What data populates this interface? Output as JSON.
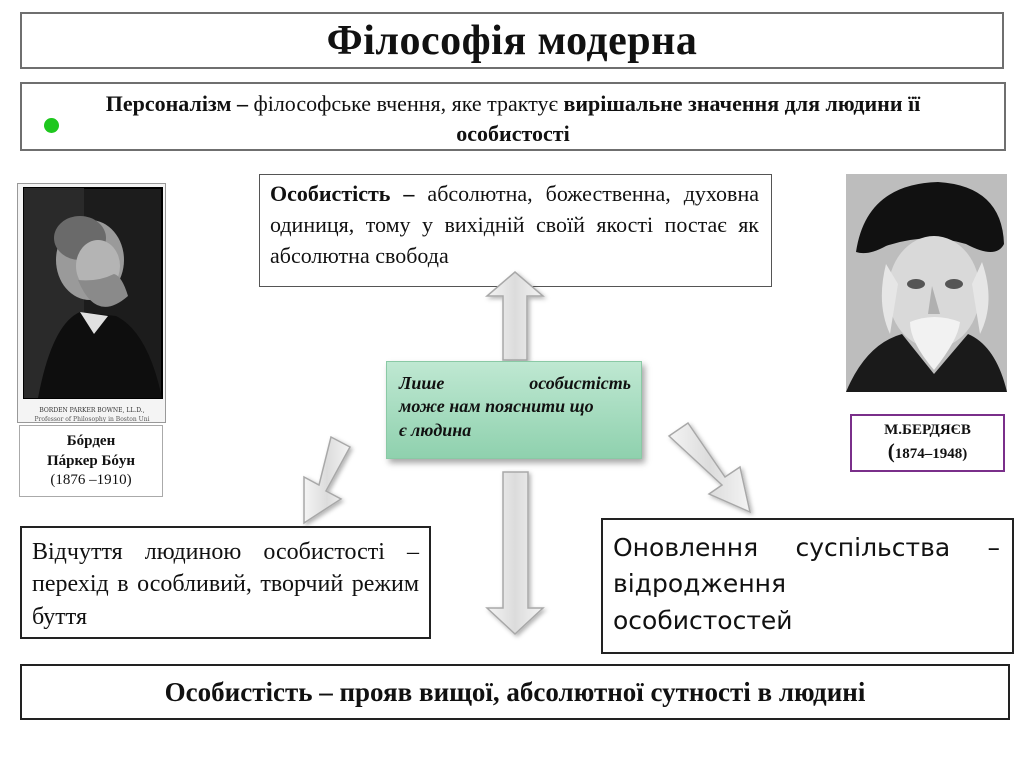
{
  "title": "Філософія модерна",
  "definition": {
    "term": "Персоналізм –",
    "text": " філософське вчення, яке трактує ",
    "emphasis": "вирішальне значення для людини її особистості"
  },
  "top_box": {
    "term": "Особистість –",
    "text": " абсолютна, божественна, духовна одиниця, тому у вихідній своїй якості постає як абсолютна свобода"
  },
  "center_box": {
    "line1_a": "Лише",
    "line1_b": "особистість",
    "line2": "може нам пояснити що",
    "line3": "є людина"
  },
  "left_box": {
    "text": "Відчуття людиною особистості – перехід в особливий, творчий режим буття"
  },
  "right_box": {
    "line1_a": "Оновлення",
    "line1_b": "суспільства",
    "line1_c": "–",
    "line2": "відродження",
    "line3": "особистостей"
  },
  "bottom_box": {
    "text": "Особистість – прояв вищої, абсолютної сутності в людині"
  },
  "portrait_left": {
    "photo_caption_line1": "BORDEN PARKER BOWNE, LL.D.,",
    "photo_caption_line2": "Professor of Philosophy in Boston Uni",
    "name_line1": "Бóрден",
    "name_line2": "Пáркер Бóун",
    "years": "(1876 –1910)"
  },
  "portrait_right": {
    "name": "М.БЕРДЯЄВ",
    "years_open": "(",
    "years": "1874–1948)"
  },
  "colors": {
    "bullet": "#1ec71e",
    "center_fill": "#9fd8b8",
    "caption_border": "#7a2f8a",
    "arrow_fill": "#e6e6e6"
  }
}
